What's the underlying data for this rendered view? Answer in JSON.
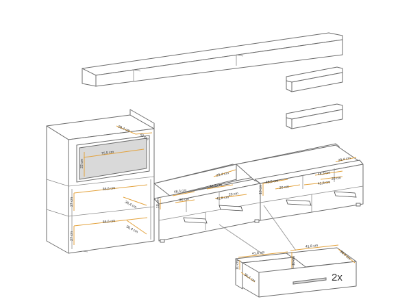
{
  "dimensions": {
    "compartment_width_top": "75,5 cm",
    "compartment_height_top": "22 cm",
    "top_depth_left": "29,4 cm",
    "top_depth_right": "42 cm",
    "shelf_width_upper": "86,6 cm",
    "shelf_width_lower": "86,6 cm",
    "shelf_depth_upper": "36,4 cm",
    "shelf_depth_lower": "36,4 cm",
    "side_height_upper": "27 cm",
    "side_height_lower": "27 cm",
    "tv_top_depth_left": "29,4 cm",
    "tv_top_depth_right": "29,4 cm",
    "left_tv_comp_1": "48,3 cm",
    "left_tv_comp_2": "48,3 cm",
    "left_tv_depth_1": "20 cm",
    "left_tv_depth_2": "20 cm",
    "left_tv_drawer_w": "41,8 cm",
    "left_tv_height": "10 cm",
    "right_tv_comp_1": "48,5 cm",
    "right_tv_comp_2": "48,3 cm",
    "right_tv_depth_1": "20 cm",
    "right_tv_depth_2": "20 cm",
    "right_tv_drawer_w": "41,8 cm",
    "right_tv_height": "10 cm",
    "drawer_width_left": "41,8 cm",
    "drawer_width_right": "41,8 cm",
    "drawer_height_left": "10 cm",
    "drawer_height_right": "10 cm",
    "drawer_depth_left": "36,4 cm",
    "drawer_depth_right": "36,4 cm"
  },
  "drawer_multiplier": "2x",
  "colors": {
    "line": "#6b6b6b",
    "dimension": "#e3a23c",
    "background": "#ffffff"
  }
}
